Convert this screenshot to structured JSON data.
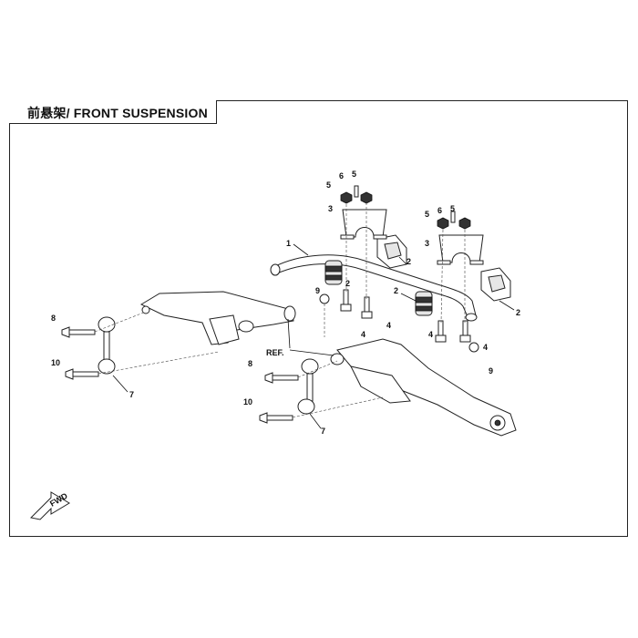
{
  "title": "前悬架/ FRONT SUSPENSION",
  "callouts": {
    "c1": "1",
    "c2a": "2",
    "c2b": "2",
    "c2c": "2",
    "c2d": "2",
    "c3a": "3",
    "c3b": "3",
    "c4a": "4",
    "c4b": "4",
    "c4c": "4",
    "c4d": "4",
    "c5a": "5",
    "c5b": "5",
    "c5c": "5",
    "c5d": "5",
    "c6a": "6",
    "c6b": "6",
    "c7a": "7",
    "c7b": "7",
    "c8a": "8",
    "c8b": "8",
    "c9a": "9",
    "c9b": "9",
    "c10a": "10",
    "c10b": "10",
    "ref": "REF."
  },
  "fwd_label": "FWD"
}
